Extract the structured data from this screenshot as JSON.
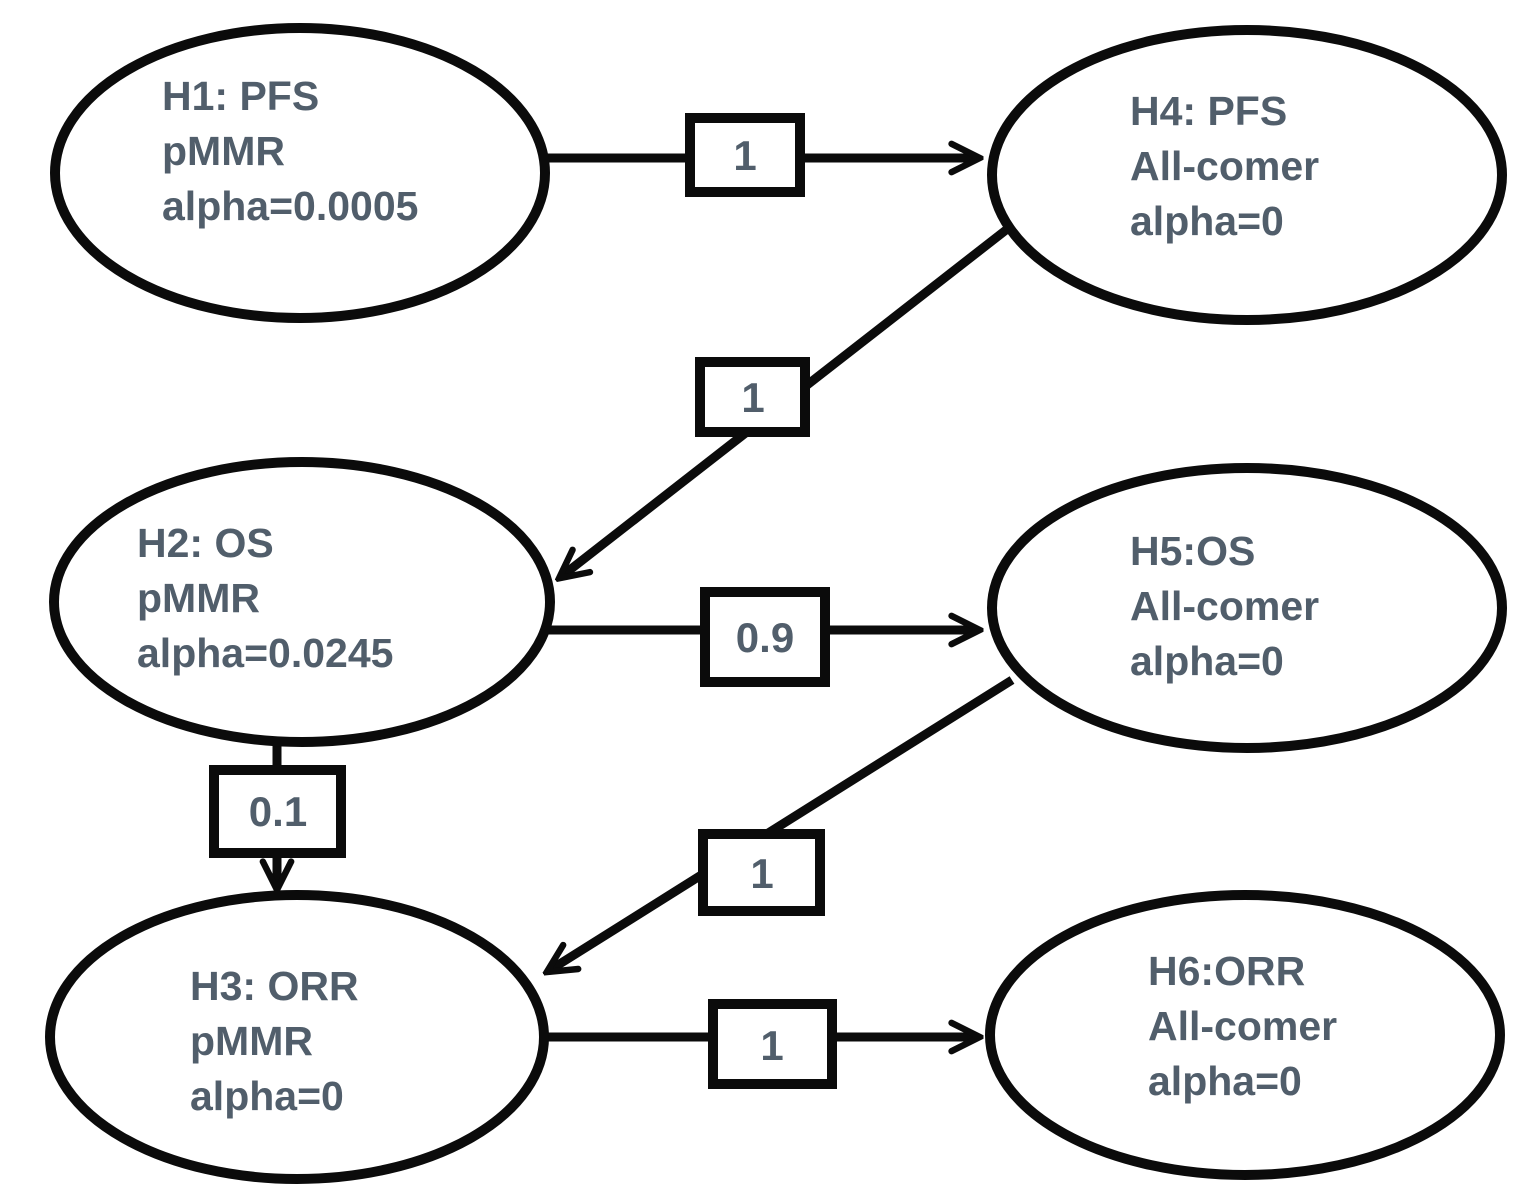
{
  "diagram": {
    "type": "hypothesis-testing-graph",
    "colors": {
      "stroke": "#0b0b0b",
      "text": "#515e6b",
      "background": "#ffffff"
    },
    "nodes": [
      {
        "id": "H1",
        "lines": [
          "H1: PFS",
          "pMMR",
          "alpha=0.0005"
        ]
      },
      {
        "id": "H4",
        "lines": [
          "H4: PFS",
          "All-comer",
          "alpha=0"
        ]
      },
      {
        "id": "H2",
        "lines": [
          "H2: OS",
          "pMMR",
          "alpha=0.0245"
        ]
      },
      {
        "id": "H5",
        "lines": [
          "H5:OS",
          "All-comer",
          "alpha=0"
        ]
      },
      {
        "id": "H3",
        "lines": [
          "H3: ORR",
          "pMMR",
          "alpha=0"
        ]
      },
      {
        "id": "H6",
        "lines": [
          "H6:ORR",
          "All-comer",
          "alpha=0"
        ]
      }
    ],
    "edges": [
      {
        "from": "H1",
        "to": "H4",
        "weight": "1"
      },
      {
        "from": "H4",
        "to": "H2",
        "weight": "1"
      },
      {
        "from": "H2",
        "to": "H5",
        "weight": "0.9"
      },
      {
        "from": "H2",
        "to": "H3",
        "weight": "0.1"
      },
      {
        "from": "H5",
        "to": "H3",
        "weight": "1"
      },
      {
        "from": "H3",
        "to": "H6",
        "weight": "1"
      }
    ]
  }
}
